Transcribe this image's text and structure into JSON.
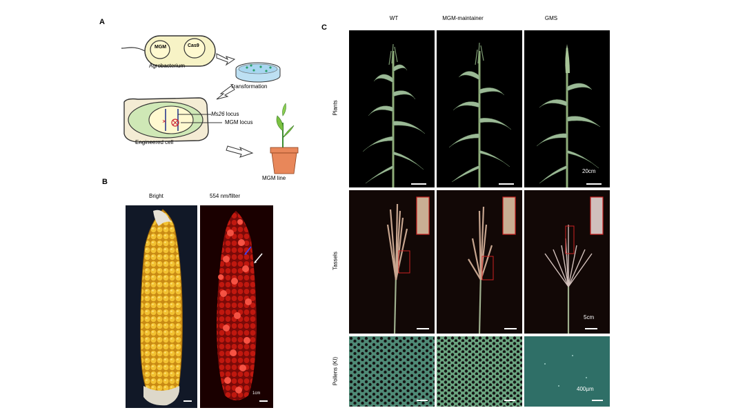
{
  "panel_a": {
    "letter": "A",
    "mgm": "MGM",
    "cas9": "Cas9",
    "agrobacterium": "Agrobacterium",
    "transformation": "Transformation",
    "ms26_italic": "Ms26",
    "ms26_suffix": " locus",
    "mgm_locus": "MGM locus",
    "engineered_cell": "Engineered cell",
    "mgm_line": "MGM line",
    "colors": {
      "agro_fill": "#f7f3c6",
      "cell_fill": "#cfe8b6",
      "dish": "#a8d6f0",
      "pot": "#e8875a"
    }
  },
  "panel_b": {
    "letter": "B",
    "bright": "Bright",
    "filter": "554 nm/filter",
    "scale": "1cm"
  },
  "panel_c": {
    "letter": "C",
    "columns": [
      "WT",
      "MGM-maintainer",
      "GMS"
    ],
    "rows": [
      "Plants",
      "Tassels",
      "Pollens (KI)"
    ],
    "scale_plants": "20cm",
    "scale_tassels": "5cm",
    "scale_pollens": "400µm"
  }
}
